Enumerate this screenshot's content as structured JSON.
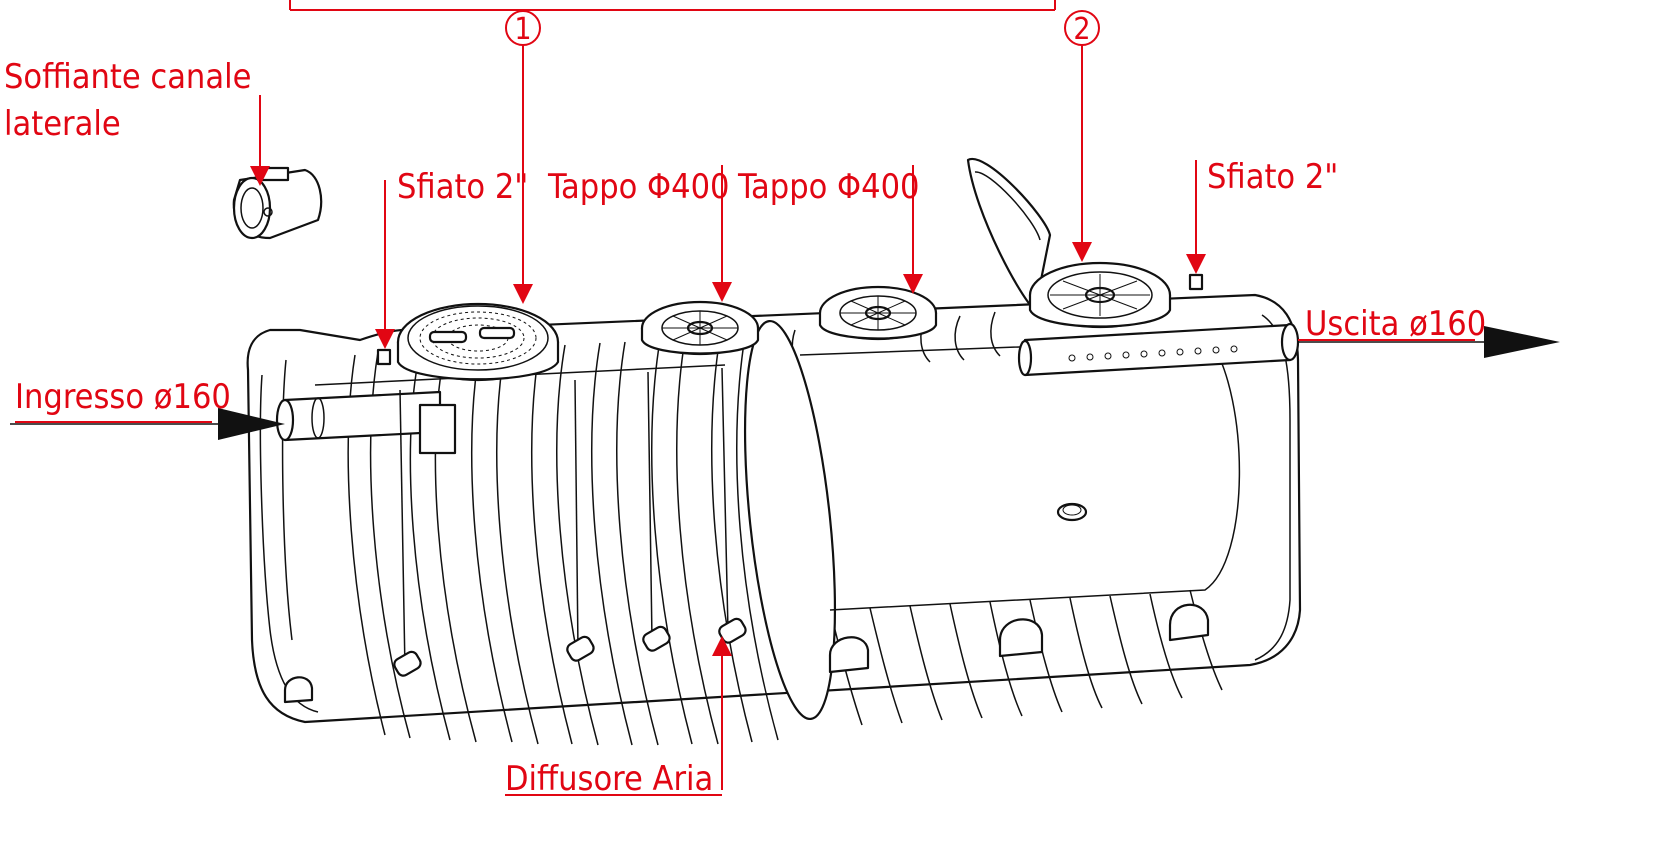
{
  "labels": {
    "blower_line1": "Soffiante canale",
    "blower_line2": "laterale",
    "vent_left": "Sfiato 2\"",
    "cap_left": "Tappo Φ400",
    "cap_right": "Tappo Φ400",
    "vent_right": "Sfiato 2\"",
    "inlet": "Ingresso ø160",
    "outlet": "Uscita ø160",
    "air_diffuser": "Diffusore Aria"
  },
  "markers": {
    "one": "1",
    "two": "2"
  },
  "colors": {
    "annotation": "#e10613",
    "ink": "#111111",
    "background": "#ffffff"
  }
}
